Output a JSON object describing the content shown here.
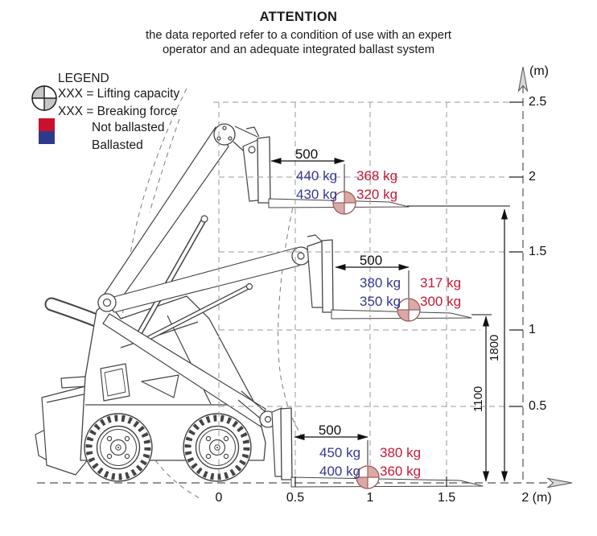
{
  "attention": {
    "title": "ATTENTION",
    "line1": "the data reported refer to a condition of use with an expert",
    "line2": "operator and an adequate integrated ballast system"
  },
  "legend": {
    "title": "LEGEND",
    "lifting_label": "XXX = Lifting capacity",
    "breaking_label": "XXX = Breaking force",
    "not_ballasted_label": "Not ballasted",
    "ballasted_label": "Ballasted",
    "colors": {
      "not_ballasted": "#c9102e",
      "ballasted": "#2d3a8c"
    }
  },
  "colors": {
    "lifting_text_blue": "#32398f",
    "breaking_text_red": "#c41937",
    "load_center_fill": "#dbaaa6"
  },
  "icons": {
    "load_center": "quartered-circle-load-center",
    "legend_symbol": "quartered-circle-hatched"
  },
  "levels": [
    {
      "position": "high",
      "load_center_label": "500",
      "ballasted": [
        "440 kg",
        "430 kg"
      ],
      "not_ballasted": [
        "368 kg",
        "320 kg"
      ]
    },
    {
      "position": "middle",
      "load_center_label": "500",
      "ballasted": [
        "380 kg",
        "350 kg"
      ],
      "not_ballasted": [
        "317 kg",
        "300 kg"
      ]
    },
    {
      "position": "ground",
      "load_center_label": "500",
      "ballasted": [
        "450 kg",
        "400 kg"
      ],
      "not_ballasted": [
        "380 kg",
        "360 kg"
      ]
    }
  ],
  "vertical_dims": [
    "1800",
    "1100"
  ],
  "axes": {
    "y_unit": "(m)",
    "y_ticks": [
      "2.5",
      "2",
      "1.5",
      "1",
      "0.5"
    ],
    "x_ticks": [
      "0",
      "0.5",
      "1",
      "1.5",
      "2 (m)"
    ]
  }
}
